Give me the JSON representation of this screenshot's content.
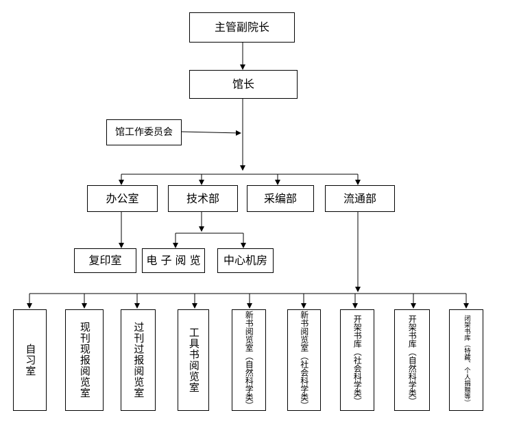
{
  "top": {
    "deputy_director": "主管副院长",
    "director": "馆长",
    "committee": "馆工作委员会"
  },
  "departments": {
    "office": "办公室",
    "technical": "技术部",
    "acquisition": "采编部",
    "circulation": "流通部"
  },
  "sub_units": {
    "copy_room": "复印室",
    "e_reading": "电 子 阅 览",
    "central_machine_room": "中心机房"
  },
  "rooms": [
    "自习室",
    "现刊现报阅览室",
    "过刊过报阅览室",
    "工具书阅览室",
    "新书阅览室（自然科学类）",
    "新书阅览室（社会科学类）",
    "开架书库（社会科学类）",
    "开架书库（自然科学类）",
    "闭架书库（特藏、个人捐赠等）"
  ],
  "colors": {
    "line": "#000000",
    "box_border": "#000000",
    "background": "#ffffff"
  }
}
